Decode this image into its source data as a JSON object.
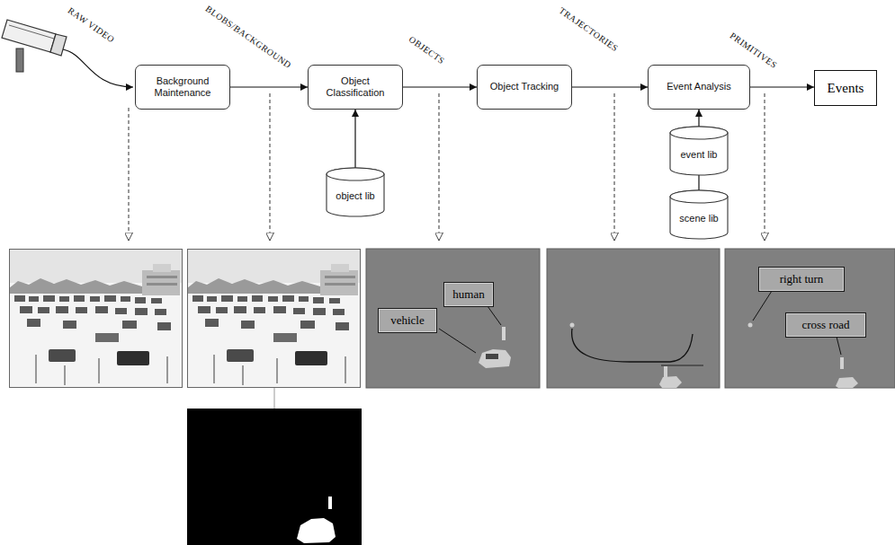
{
  "diagram": {
    "nodes": [
      {
        "text": [
          "Background Maintenance"
        ]
      },
      {
        "text": [
          "Object Classification"
        ]
      },
      {
        "text": [
          "object lib"
        ]
      },
      {
        "text": [
          "Object Tracking"
        ]
      },
      {
        "text": [
          "Event Analysis"
        ]
      },
      {
        "text": [
          "event lib"
        ]
      },
      {
        "text": [
          "scene lib"
        ]
      },
      {
        "text": [
          "Events"
        ]
      },
      {
        "text": [
          "human"
        ]
      },
      {
        "text": [
          "vehicle"
        ]
      },
      {
        "text": [
          "right turn"
        ]
      },
      {
        "text": [
          "cross road"
        ]
      }
    ],
    "edges": [
      {
        "from": 0,
        "to": 1,
        "arrow": "to",
        "label": "BLOBS/BACKGROUND"
      },
      {
        "from": 1,
        "to": 3,
        "arrow": "to",
        "label": "OBJECTS"
      },
      {
        "from": 3,
        "to": 4,
        "arrow": "to",
        "label": "TRAJECTORIES"
      },
      {
        "from": 4,
        "to": 7,
        "arrow": "to",
        "label": "PRIMITIVES"
      },
      {
        "from": 2,
        "to": 1,
        "arrow": "to"
      },
      {
        "from": 5,
        "to": 4,
        "arrow": "to"
      },
      {
        "from": 6,
        "to": 5,
        "arrow": "none"
      }
    ],
    "labels": [
      "RAW VIDEO"
    ]
  }
}
